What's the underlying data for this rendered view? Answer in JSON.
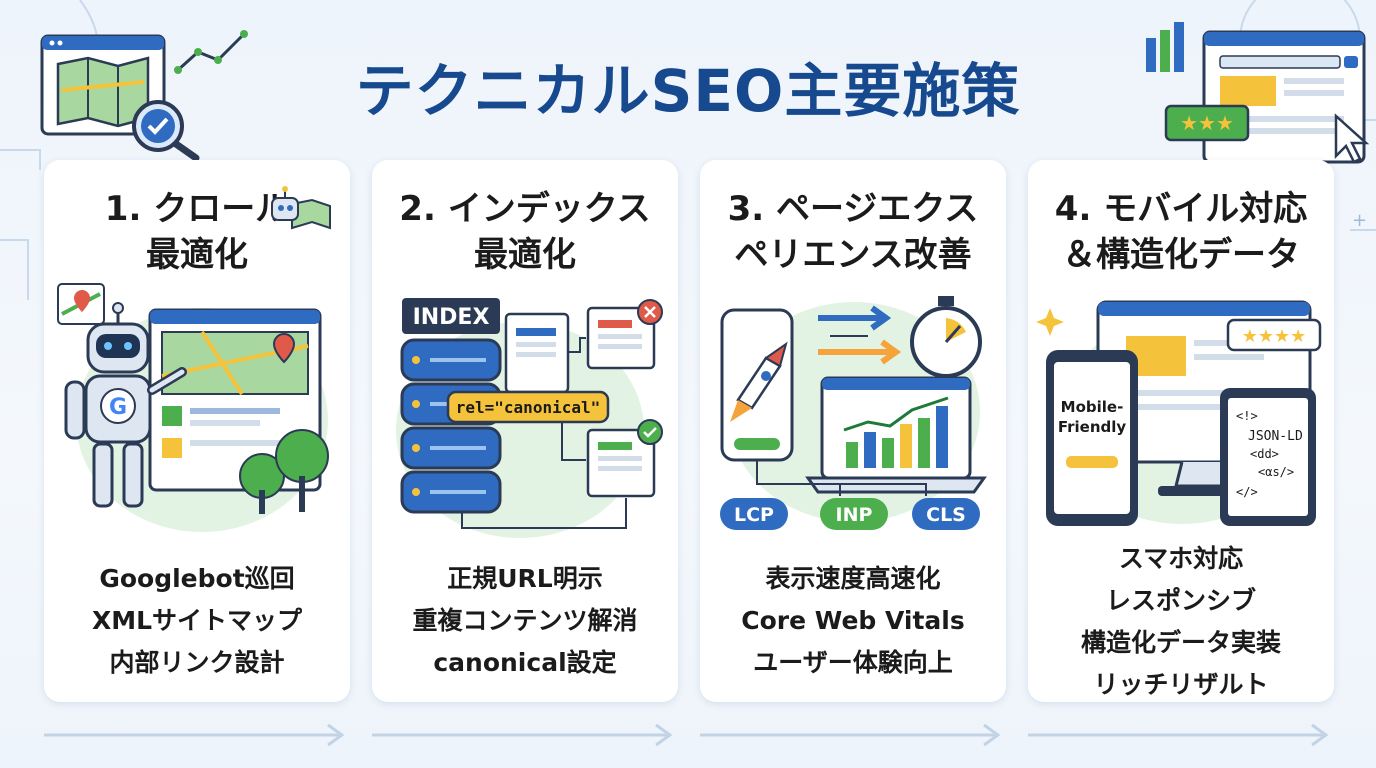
{
  "title": "テクニカルSEO主要施策",
  "cards": [
    {
      "title_lines": [
        "1. クロール",
        "最適化"
      ],
      "items": [
        "Googlebot巡回",
        "XMLサイトマップ",
        "内部リンク設計"
      ],
      "icon": "robot-crawler-icon"
    },
    {
      "title_lines": [
        "2. インデックス",
        "最適化"
      ],
      "items": [
        "正規URL明示",
        "重複コンテンツ解消",
        "canonical設定"
      ],
      "art_labels": {
        "index": "INDEX",
        "canonical": "rel=\"canonical\""
      },
      "icon": "database-index-icon"
    },
    {
      "title_lines": [
        "3. ページエクス",
        "ペリエンス改善"
      ],
      "items": [
        "表示速度高速化",
        "Core Web Vitals",
        "ユーザー体験向上"
      ],
      "art_labels": {
        "lcp": "LCP",
        "inp": "INP",
        "cls": "CLS"
      },
      "icon": "rocket-speed-icon"
    },
    {
      "title_lines": [
        "4. モバイル対応",
        "＆構造化データ"
      ],
      "items": [
        "スマホ対応",
        "レスポンシブ",
        "構造化データ実装",
        "リッチリザルト"
      ],
      "art_labels": {
        "mobile1": "Mobile-",
        "mobile2": "Friendly",
        "code": [
          "<!>",
          "JSON-LD",
          "<dd>",
          "<αs/>",
          "</>"
        ]
      },
      "icon": "mobile-structured-data-icon"
    }
  ],
  "colors": {
    "title": "#17498e",
    "primary_blue": "#2f6bc0",
    "green": "#4cae4c",
    "yellow": "#f5c33b",
    "red": "#e05a4a",
    "card_bg": "#ffffff"
  }
}
